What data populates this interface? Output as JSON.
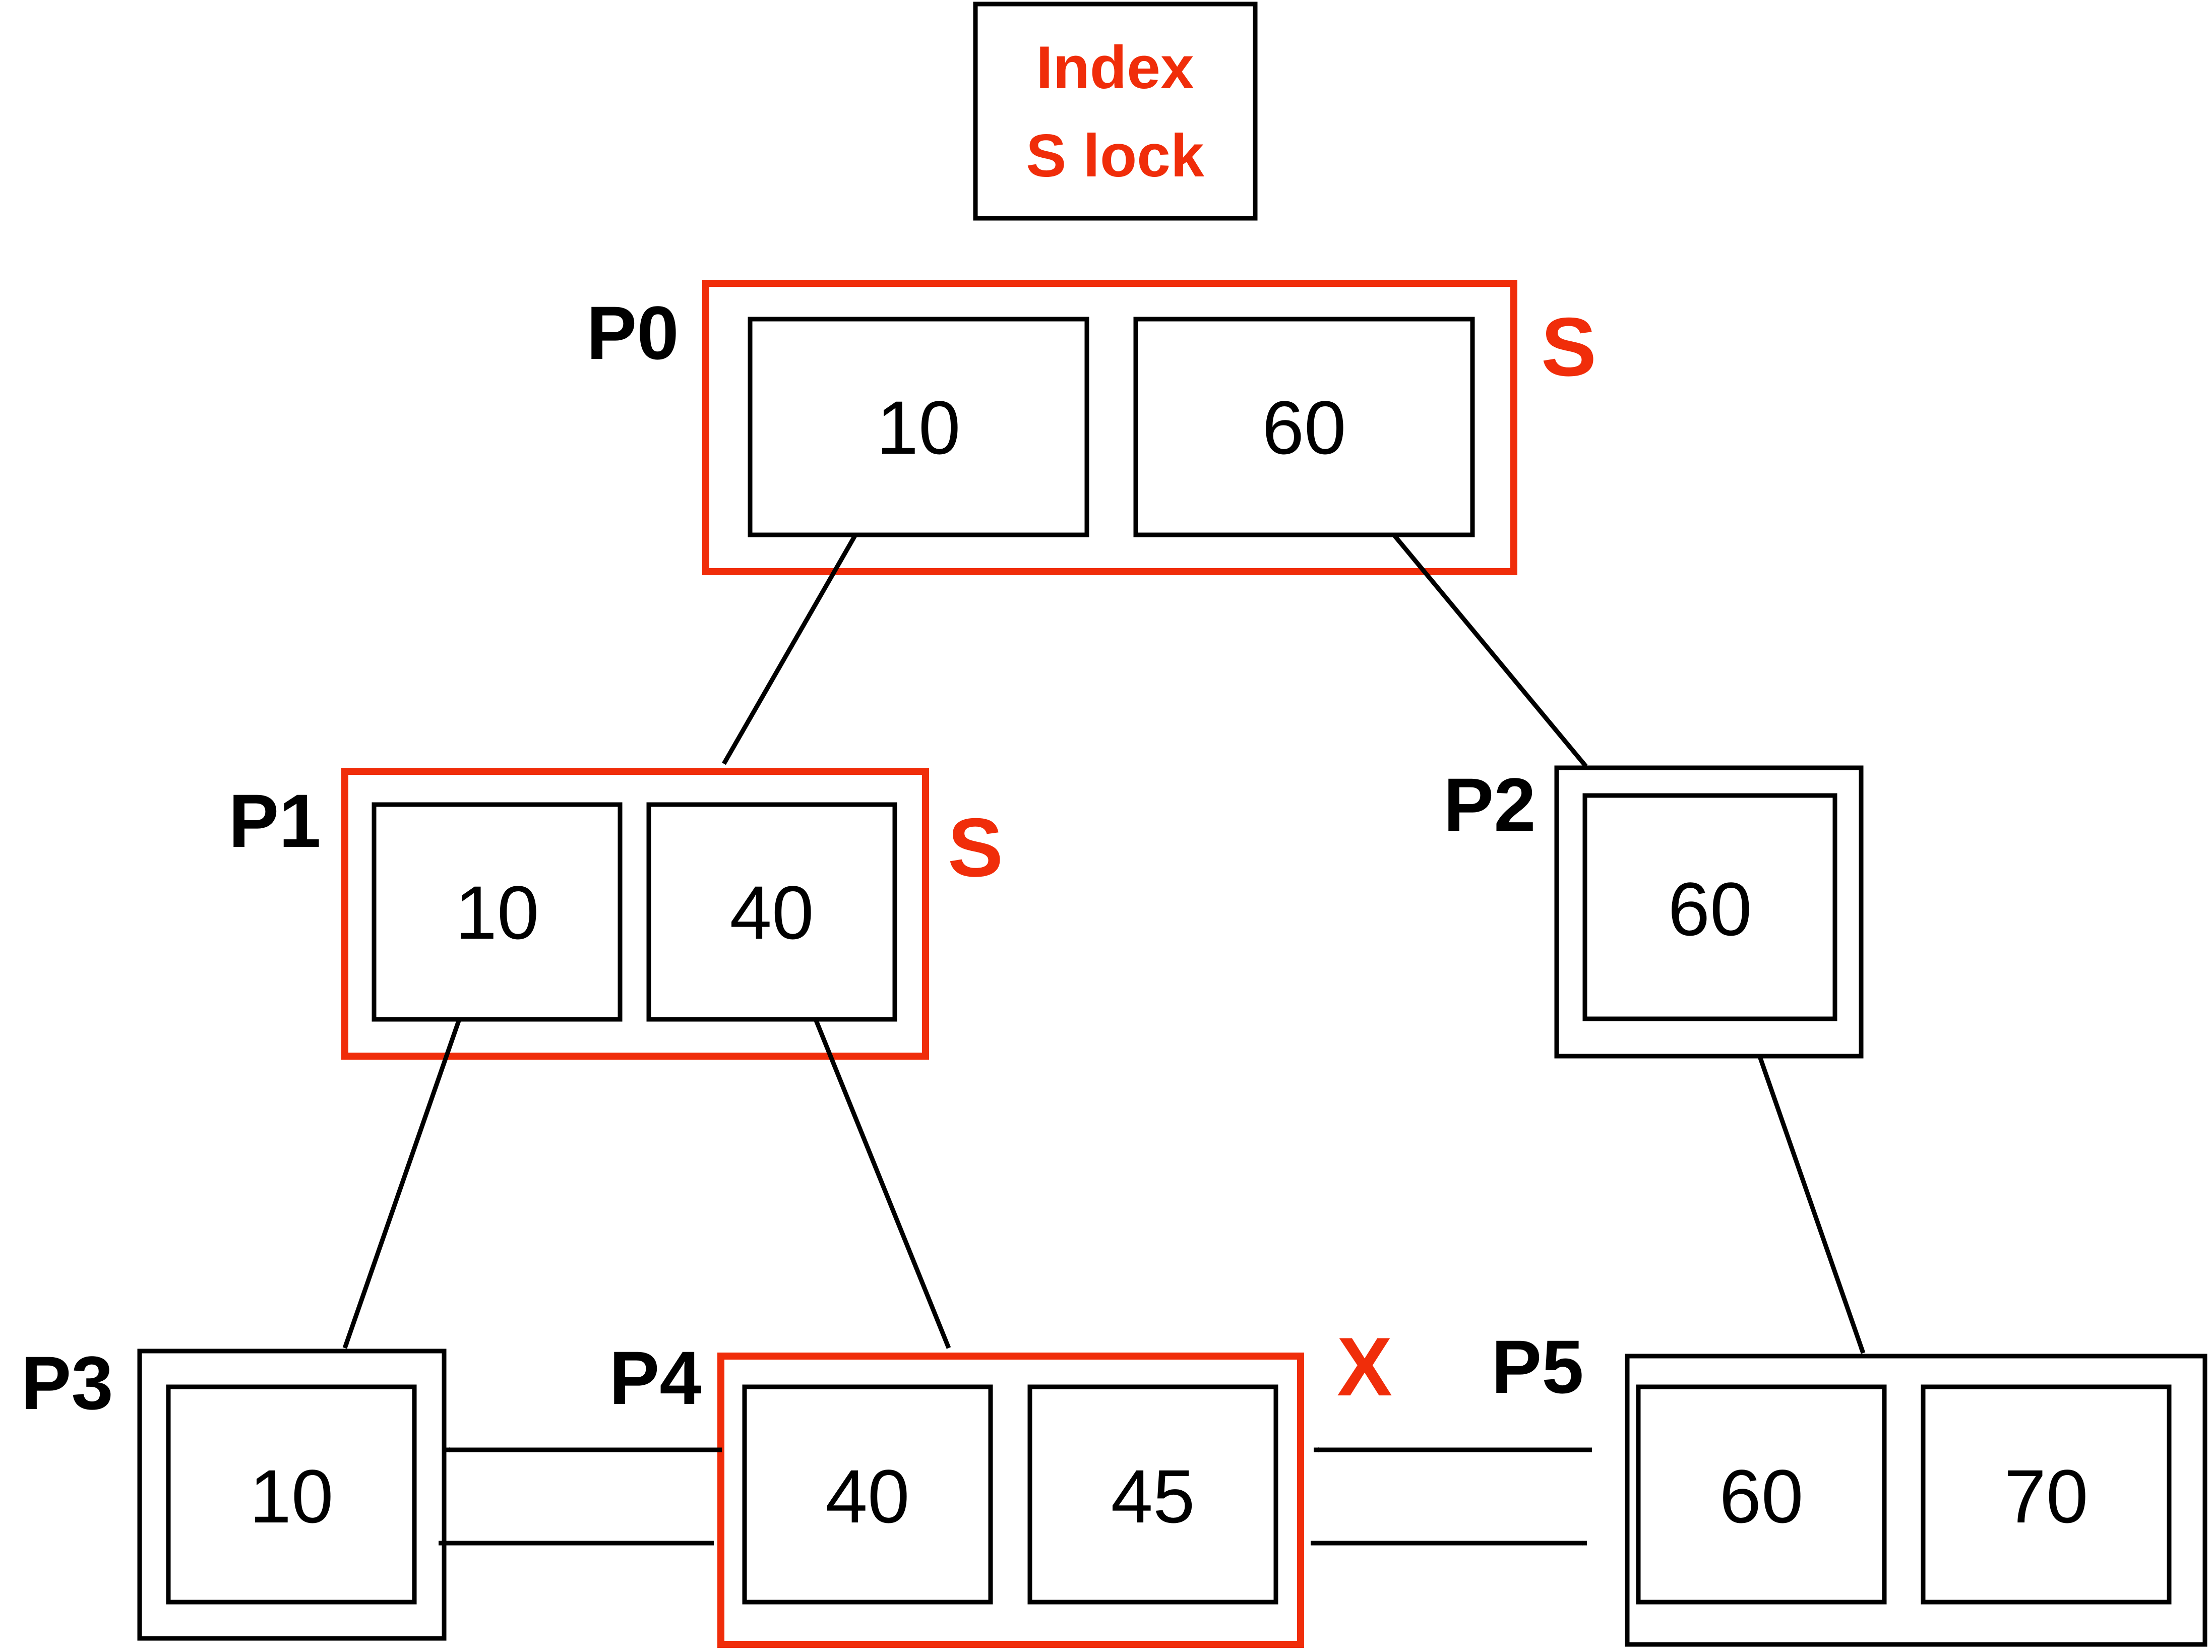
{
  "index_box": {
    "line1": "Index",
    "line2": "S lock"
  },
  "nodes": {
    "p0": {
      "label": "P0",
      "keys": [
        "10",
        "60"
      ],
      "lock": "S"
    },
    "p1": {
      "label": "P1",
      "keys": [
        "10",
        "40"
      ],
      "lock": "S"
    },
    "p2": {
      "label": "P2",
      "keys": [
        "60"
      ]
    },
    "p3": {
      "label": "P3",
      "keys": [
        "10"
      ]
    },
    "p4": {
      "label": "P4",
      "keys": [
        "40",
        "45"
      ],
      "lock": "X"
    },
    "p5": {
      "label": "P5",
      "keys": [
        "60",
        "70"
      ]
    }
  },
  "colors": {
    "lock": "#f02d0a",
    "stroke": "#000000",
    "background": "#ffffff"
  }
}
